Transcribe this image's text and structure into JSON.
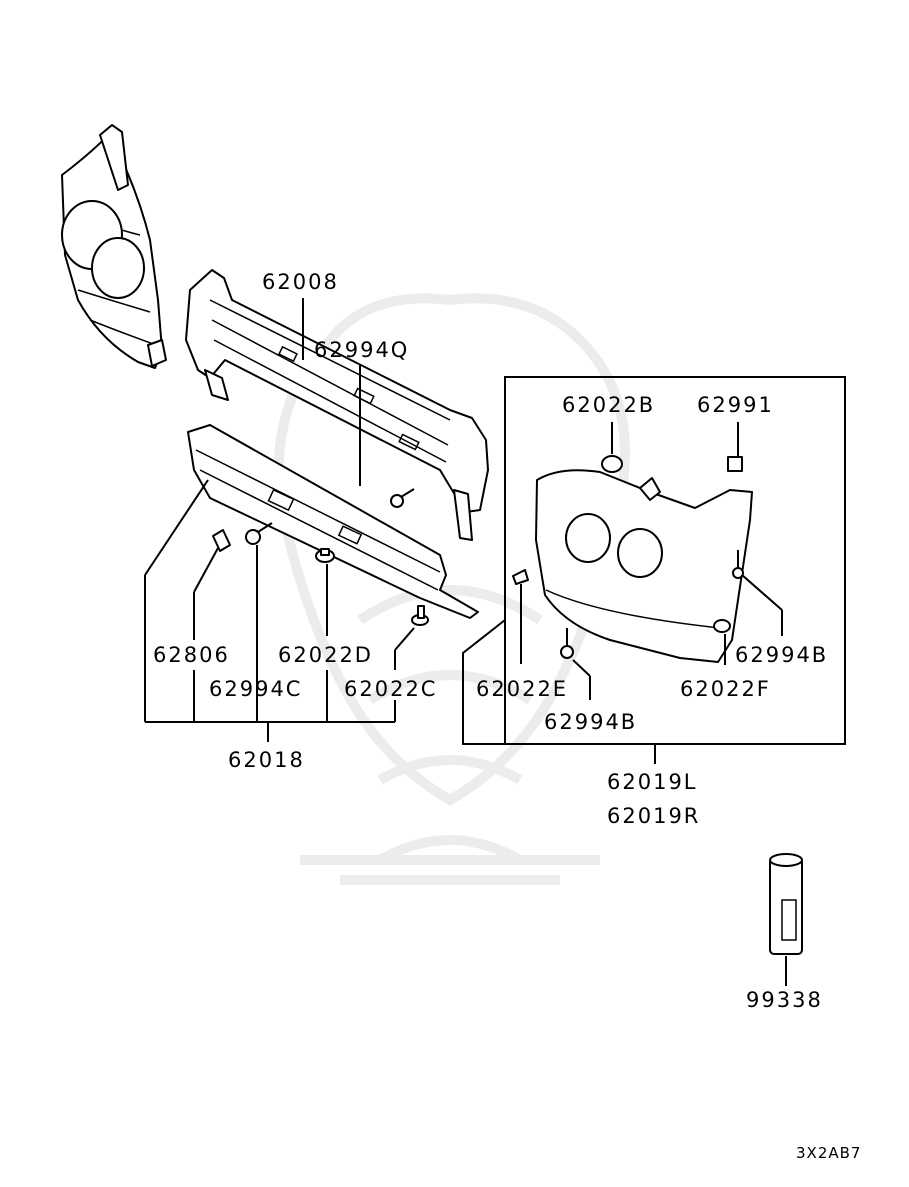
{
  "diagram": {
    "callouts": {
      "p62008": "62008",
      "p62994Q": "62994Q",
      "p62022B": "62022B",
      "p62991": "62991",
      "p62806": "62806",
      "p62022D": "62022D",
      "p62994C": "62994C",
      "p62022C": "62022C",
      "p62018": "62018",
      "p62994B_right": "62994B",
      "p62022F": "62022F",
      "p62022E": "62022E",
      "p62994B_bottom": "62994B",
      "p62019L": "62019L",
      "p62019R": "62019R",
      "p99338": "99338"
    },
    "diagram_code": "3X2AB7"
  }
}
